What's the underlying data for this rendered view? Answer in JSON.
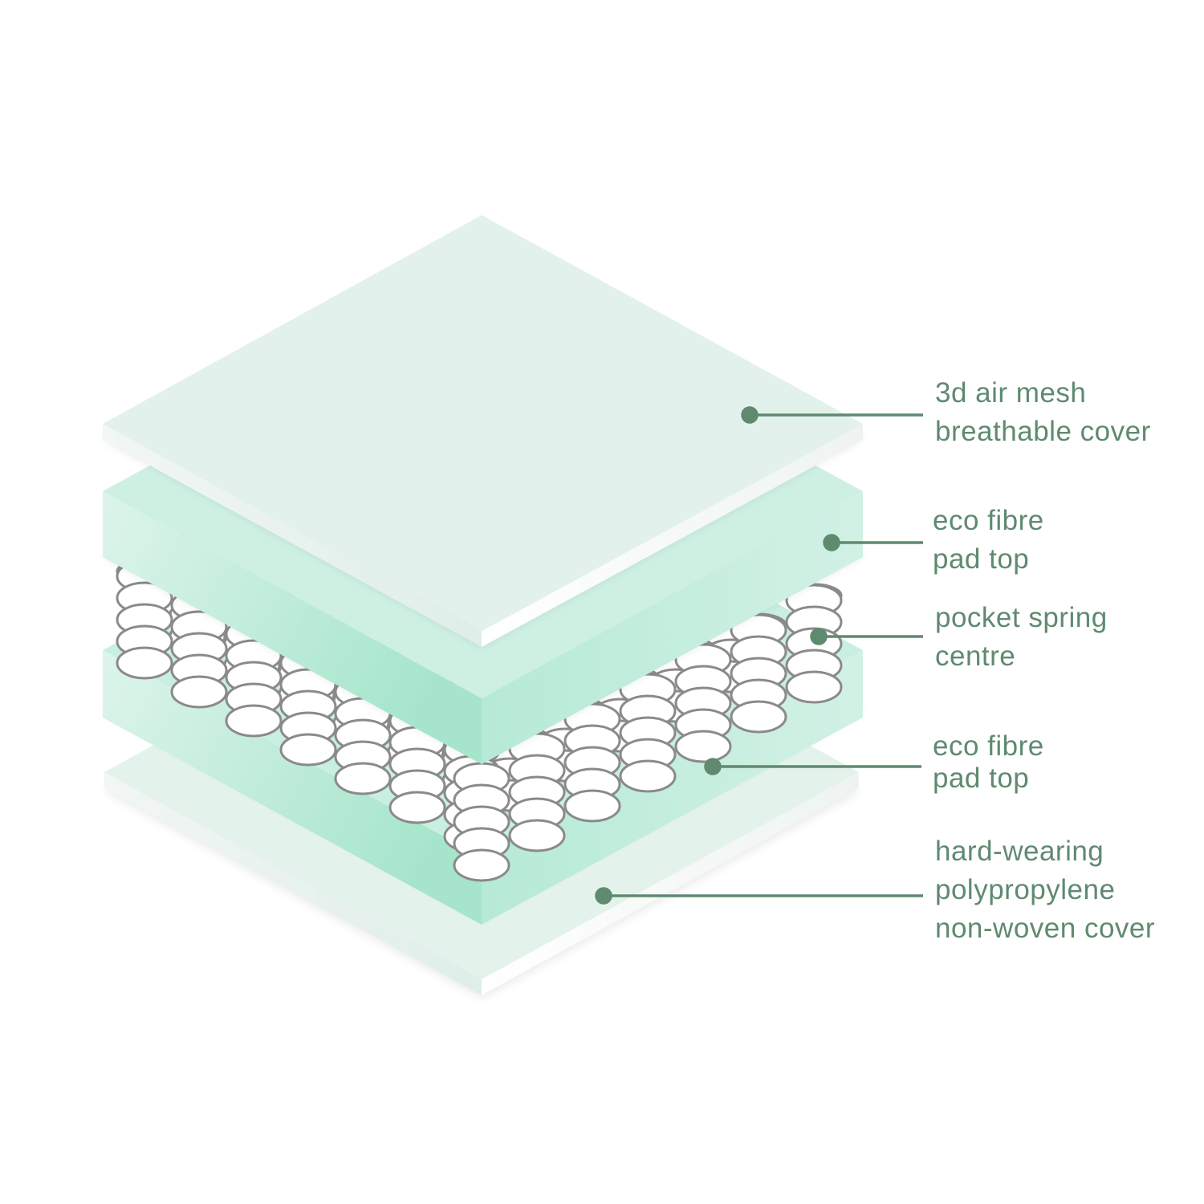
{
  "colors": {
    "accent": "#5f8a70",
    "mint_light": "#e4f2ec",
    "mint": "#c6ede0",
    "mint_deep": "#9fe3c8",
    "spring_outline": "#8a8a8a",
    "spring_fill": "#ffffff"
  },
  "labels": [
    {
      "lines": [
        "3d air mesh",
        "breathable cover"
      ]
    },
    {
      "lines": [
        "eco fibre",
        "pad top"
      ]
    },
    {
      "lines": [
        "pocket spring",
        "centre"
      ]
    },
    {
      "lines": [
        "eco fibre",
        "pad top"
      ]
    },
    {
      "lines": [
        "hard-wearing",
        "polypropylene",
        "non-woven cover"
      ]
    }
  ]
}
